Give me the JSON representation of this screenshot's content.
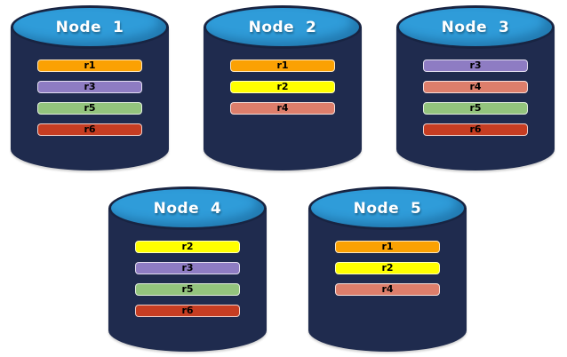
{
  "diagram": {
    "type": "database-replication",
    "colors": {
      "background": "#FFFFFF",
      "cylinder_body": "#1F2B4E",
      "cylinder_outline": "#182442",
      "cylinder_top": "#2F9CD9",
      "title_text": "#FFFFFF",
      "bar_text": "#000000",
      "bar_border": "rgba(255,255,255,0.75)"
    },
    "replica_colors": {
      "r1": "#FBA103",
      "r2": "#FFFF00",
      "r3": "#8E7CC3",
      "r4": "#DD7E6B",
      "r5": "#93C47D",
      "r6": "#C63D22"
    },
    "nodes": [
      {
        "label": "Node  1",
        "replicas": [
          "r1",
          "r3",
          "r5",
          "r6"
        ]
      },
      {
        "label": "Node  2",
        "replicas": [
          "r1",
          "r2",
          "r4"
        ]
      },
      {
        "label": "Node  3",
        "replicas": [
          "r3",
          "r4",
          "r5",
          "r6"
        ]
      },
      {
        "label": "Node  4",
        "replicas": [
          "r2",
          "r3",
          "r5",
          "r6"
        ]
      },
      {
        "label": "Node  5",
        "replicas": [
          "r1",
          "r2",
          "r4"
        ]
      }
    ]
  }
}
